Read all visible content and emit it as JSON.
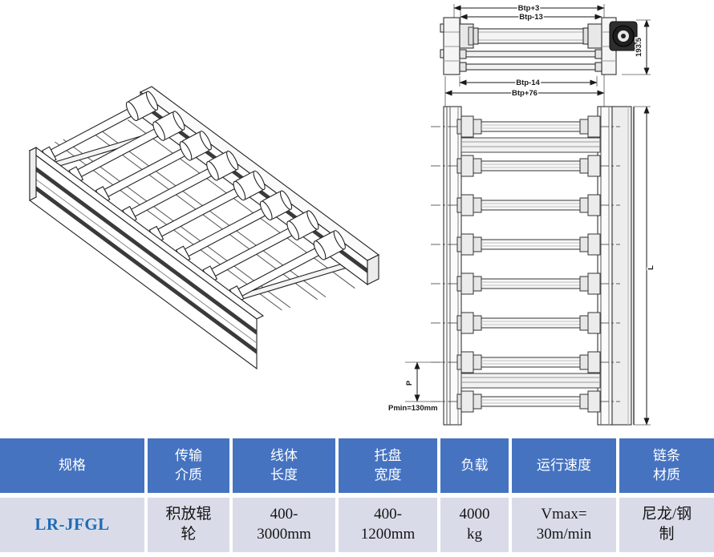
{
  "page": {
    "background": "#ffffff",
    "accent_blue": "#4673C0",
    "row_gray": "#D9DCE8",
    "model_blue": "#1D6CB7"
  },
  "section_view": {
    "dim_top_outer": "Btp+3",
    "dim_top_inner": "Btp-13",
    "dim_height": "193.5",
    "dim_bottom_inner": "Btp-14",
    "dim_bottom_outer": "Btp+76"
  },
  "top_view": {
    "dim_length": "L",
    "dim_pitch": "P",
    "dim_pitch_min": "Pmin=130mm"
  },
  "table": {
    "columns": [
      {
        "header": "规格",
        "value": "LR-JFGL"
      },
      {
        "header": "传输\n介质",
        "value": "积放辊\n轮"
      },
      {
        "header": "线体\n长度",
        "value": "400-\n3000mm"
      },
      {
        "header": "托盘\n宽度",
        "value": "400-\n1200mm"
      },
      {
        "header": "负载",
        "value": "4000\nkg"
      },
      {
        "header": "运行速度",
        "value": "Vmax=\n30m/min"
      },
      {
        "header": "链条\n材质",
        "value": "尼龙/钢\n制"
      }
    ]
  }
}
